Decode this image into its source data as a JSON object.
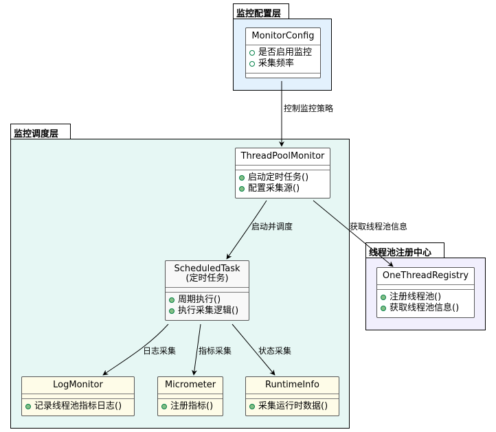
{
  "packages": {
    "config": {
      "title": "监控配置层",
      "bg": "#E3F1FD"
    },
    "schedule": {
      "title": "监控调度层",
      "bg": "#E6F7F4"
    },
    "registry": {
      "title": "线程池注册中心",
      "bg": "#F1EFFD"
    }
  },
  "classes": {
    "monitor_config": {
      "name": "MonitorConfig",
      "bg": "#FFFFFF",
      "members": [
        "是否启用监控",
        "采集频率"
      ],
      "member_style": "hollow"
    },
    "thread_pool_monitor": {
      "name": "ThreadPoolMonitor",
      "bg": "#FFFFFF",
      "members": [
        "启动定时任务()",
        "配置采集源()"
      ]
    },
    "scheduled_task": {
      "name": "ScheduledTask",
      "subtitle": "(定时任务)",
      "bg": "#F8F8F8",
      "members": [
        "周期执行()",
        "执行采集逻辑()"
      ]
    },
    "one_thread_registry": {
      "name": "OneThreadRegistry",
      "bg": "#FFFFFF",
      "members": [
        "注册线程池()",
        "获取线程池信息()"
      ]
    },
    "log_monitor": {
      "name": "LogMonitor",
      "bg": "#FEFCE8",
      "members": [
        "记录线程池指标日志()"
      ]
    },
    "micrometer": {
      "name": "Micrometer",
      "bg": "#FEFCE8",
      "members": [
        "注册指标()"
      ]
    },
    "runtime_info": {
      "name": "RuntimeInfo",
      "bg": "#FEFCE8",
      "members": [
        "采集运行时数据()"
      ]
    }
  },
  "edges": {
    "config_to_monitor": "控制监控策略",
    "monitor_to_task": "启动并调度",
    "monitor_to_registry": "获取线程池信息",
    "task_to_log": "日志采集",
    "task_to_micrometer": "指标采集",
    "task_to_runtime": "状态采集"
  }
}
